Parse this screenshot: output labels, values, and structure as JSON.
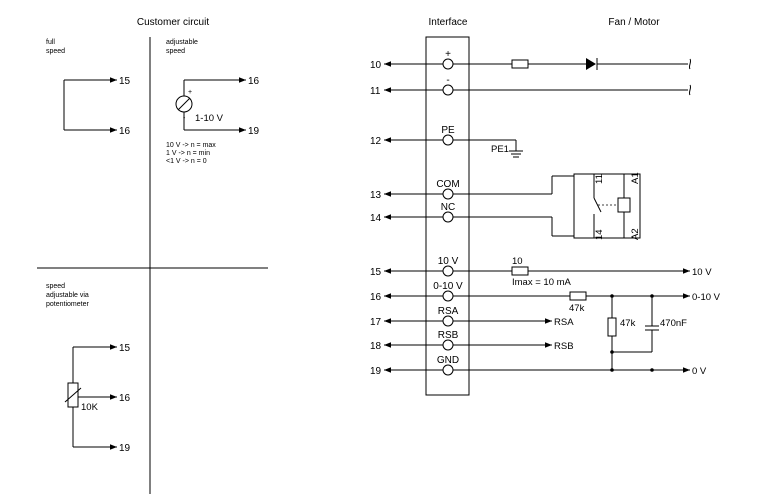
{
  "headers": {
    "customer": "Customer circuit",
    "interface": "Interface",
    "fan": "Fan / Motor"
  },
  "full_speed": [
    "full",
    "speed"
  ],
  "adjustable_speed": [
    "adjustable",
    "speed"
  ],
  "pot_speed": [
    "speed",
    "adjustable via",
    "potentiometer"
  ],
  "sources": {
    "plus": "+",
    "minus": "-",
    "range": "1-10 V"
  },
  "notes": [
    "10 V -> n = max",
    "1 V -> n = min",
    "<1 V -> n = 0"
  ],
  "potentiometer": "10K",
  "customer_pins": {
    "p15": "15",
    "p16": "16",
    "p19": "19",
    "a16": "16",
    "a19": "19",
    "b15": "15",
    "b16": "16",
    "b19": "19"
  },
  "interface_pins": {
    "p10": "10",
    "p11": "11",
    "p12": "12",
    "p13": "13",
    "p14": "14",
    "p15": "15",
    "p16": "16",
    "p17": "17",
    "p18": "18",
    "p19": "19"
  },
  "terminal_labels": {
    "plus": "+",
    "minus": "-",
    "pe": "PE",
    "com": "COM",
    "nc": "NC",
    "v10": "10 V",
    "v010": "0-10 V",
    "rsa": "RSA",
    "rsb": "RSB",
    "gnd": "GND"
  },
  "fan": {
    "pe1": "PE1",
    "relay_11": "11",
    "relay_14": "14",
    "relay_a1": "A1",
    "relay_a2": "A2",
    "res10": "10",
    "imax": "Imax = 10 mA",
    "out10v": "10 V",
    "res47k_a": "47k",
    "out010v": "0-10 V",
    "rsa": "RSA",
    "res47k_b": "47k",
    "cap": "470nF",
    "rsb": "RSB",
    "out0v": "0 V"
  }
}
